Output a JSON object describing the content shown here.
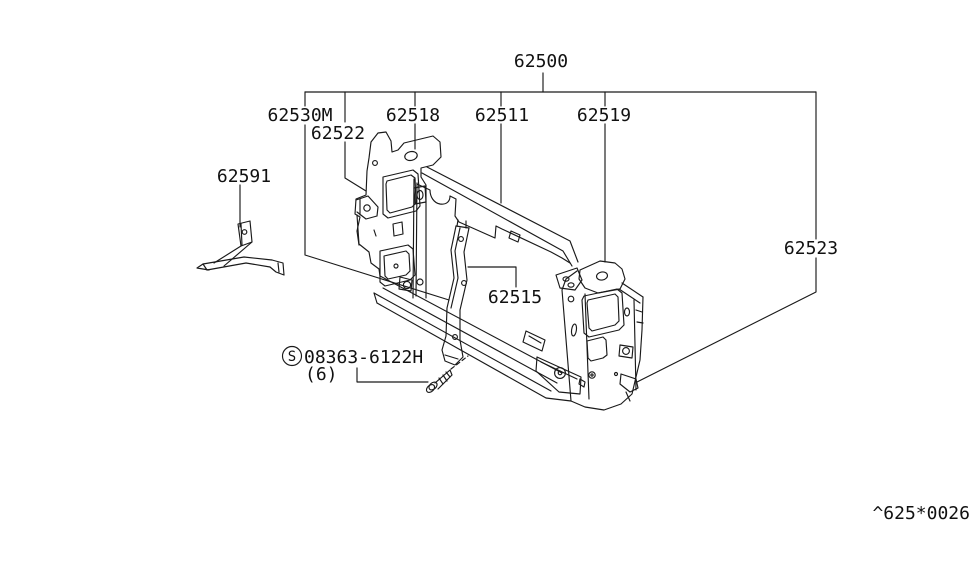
{
  "colors": {
    "background": "#ffffff",
    "line": "#1a1a1a",
    "text": "#111111"
  },
  "callouts": {
    "c62500": "62500",
    "c62530M": "62530M",
    "c62522": "62522",
    "c62518": "62518",
    "c62511": "62511",
    "c62519": "62519",
    "c62523": "62523",
    "c62591": "62591",
    "c62515": "62515"
  },
  "fastener": {
    "symbol": "S",
    "part_number": "08363-6122H",
    "quantity": "(6)"
  },
  "footer_code": "^625*0026"
}
